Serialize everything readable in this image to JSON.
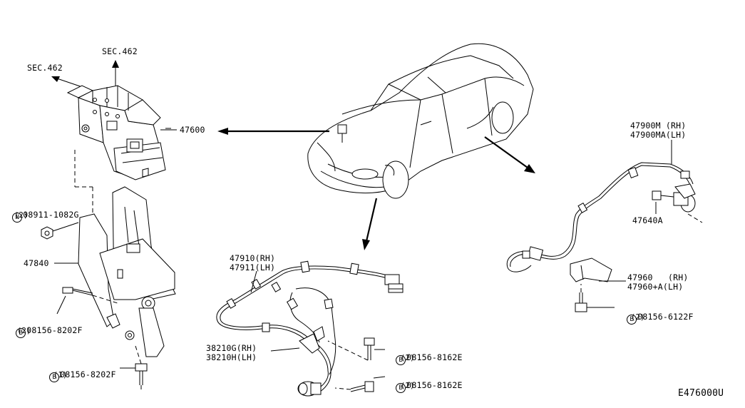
{
  "sections": {
    "sec_left": "SEC.462",
    "sec_top": "SEC.462"
  },
  "parts": {
    "abs_actuator": "47600",
    "bracket": "47840",
    "nut_part": "08911-1082G",
    "nut_qty": "(2)",
    "bolt_a_part": "08156-8202F",
    "bolt_a_qty": "(2)",
    "bolt_b_part": "08156-8202F",
    "bolt_b_qty": "(1)",
    "front_sensor_rh": "47910(RH)",
    "front_sensor_lh": "47911(LH)",
    "rotor_rh": "38210G(RH)",
    "rotor_lh": "38210H(LH)",
    "bolt_c_part": "08156-8162E",
    "bolt_c_qty": "(2)",
    "bolt_d_part": "08156-8162E",
    "bolt_d_qty": "(2)",
    "rear_sensor_rh": "47900M (RH)",
    "rear_sensor_lh": "47900MA(LH)",
    "rear_sensor_clip": "47640A",
    "rear_bracket_rh": "47960   (RH)",
    "rear_bracket_lh": "47960+A(LH)",
    "bolt_e_part": "08156-6122F",
    "bolt_e_qty": "(2)"
  },
  "markers": {
    "nut_marker": "N",
    "bolt_marker": "B"
  },
  "diagram_code": "E476000U"
}
